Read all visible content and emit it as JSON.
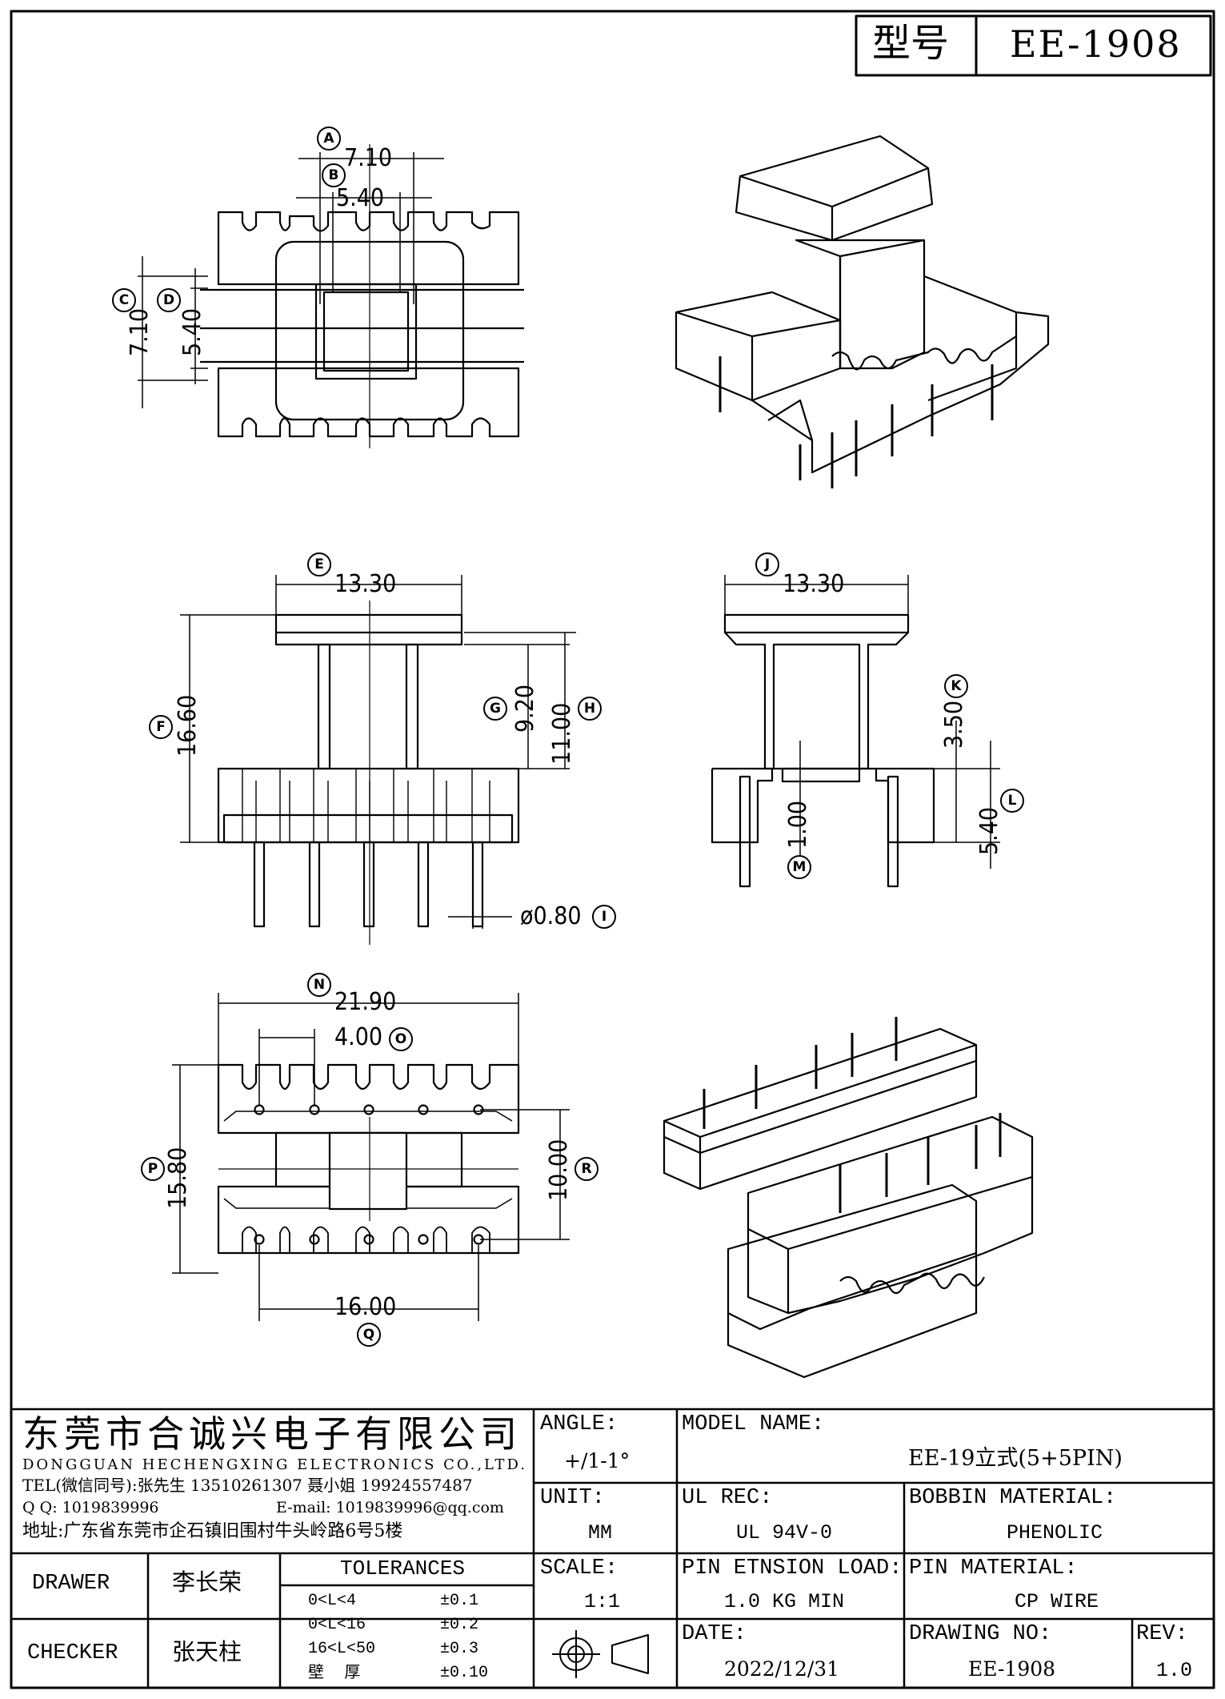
{
  "header": {
    "model_label": "型号",
    "model_value": "EE-1908"
  },
  "dimensions": {
    "A": "7.10",
    "B": "5.40",
    "C": "7.10",
    "D": "5.40",
    "E": "13.30",
    "F": "16.60",
    "G": "9.20",
    "H": "11.00",
    "I": "ø0.80",
    "J": "13.30",
    "K": "3.50",
    "L": "5.40",
    "M": "1.00",
    "N": "21.90",
    "O": "4.00",
    "P": "15.80",
    "Q": "16.00",
    "R": "10.00"
  },
  "bubbles": [
    "A",
    "B",
    "C",
    "D",
    "E",
    "F",
    "G",
    "H",
    "I",
    "J",
    "K",
    "L",
    "M",
    "N",
    "O",
    "P",
    "Q",
    "R"
  ],
  "title_block": {
    "company_cn": "东莞市合诚兴电子有限公司",
    "company_en": "DONGGUAN HECHENGXING ELECTRONICS CO.,LTD.",
    "tel": "TEL(微信同号):张先生 13510261307 聂小姐 19924557487",
    "qq": "Q Q: 1019839996",
    "email": "E-mail: 1019839996@qq.com",
    "address": "地址:广东省东莞市企石镇旧围村牛头岭路6号5楼",
    "angle_label": "ANGLE:",
    "angle_value": "+/1-1°",
    "unit_label": "UNIT:",
    "unit_value": "MM",
    "scale_label": "SCALE:",
    "scale_value": "1:1",
    "model_name_label": "MODEL NAME:",
    "model_name_value": "EE-19立式(5+5PIN)",
    "ul_label": "UL REC:",
    "ul_value": "UL 94V-0",
    "bobbin_label": "BOBBIN MATERIAL:",
    "bobbin_value": "PHENOLIC",
    "pin_load_label": "PIN ETNSION LOAD:",
    "pin_load_value": "1.0 KG MIN",
    "pin_material_label": "PIN MATERIAL:",
    "pin_material_value": "CP WIRE",
    "date_label": "DATE:",
    "date_value": "2022/12/31",
    "drawing_no_label": "DRAWING NO:",
    "drawing_no_value": "EE-1908",
    "rev_label": "REV:",
    "rev_value": "1.0",
    "drawer_label": "DRAWER",
    "drawer_value": "李长荣",
    "checker_label": "CHECKER",
    "checker_value": "张天柱",
    "tolerances_label": "TOLERANCES",
    "tolerances": [
      {
        "range": "0<L<4",
        "value": "±0.1"
      },
      {
        "range": "0<L<16",
        "value": "±0.2"
      },
      {
        "range": "16<L<50",
        "value": "±0.3"
      },
      {
        "range": "壁    厚",
        "value": "±0.10"
      }
    ]
  }
}
